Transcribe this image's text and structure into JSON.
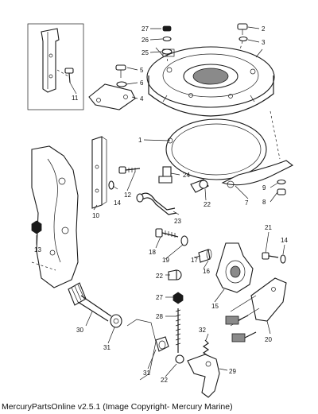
{
  "callouts": {
    "c1": "1",
    "c2": "2",
    "c3": "3",
    "c4": "4",
    "c5": "5",
    "c6": "6",
    "c7": "7",
    "c8": "8",
    "c9": "9",
    "c10": "10",
    "c11": "11",
    "c12": "12",
    "c13": "13",
    "c14a": "14",
    "c14b": "14",
    "c15": "15",
    "c16": "16",
    "c17": "17",
    "c18": "18",
    "c19": "19",
    "c20": "20",
    "c21": "21",
    "c22a": "22",
    "c22b": "22",
    "c22c": "22",
    "c23": "23",
    "c24": "24",
    "c25": "25",
    "c26": "26",
    "c27a": "27",
    "c27b": "27",
    "c28": "28",
    "c29": "29",
    "c30": "30",
    "c31a": "31",
    "c31b": "31",
    "c32": "32"
  },
  "footer": {
    "text": "MercuryPartsOnline v2.5.1 (Image Copyright- Mercury Marine)"
  }
}
